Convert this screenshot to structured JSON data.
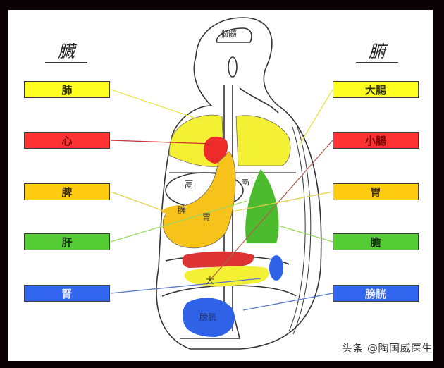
{
  "headings": {
    "zang": "臓",
    "fu": "腑"
  },
  "left_labels": [
    {
      "text": "肺",
      "organ": "lung",
      "bg": "#ffff22",
      "fg": "#333300"
    },
    {
      "text": "心",
      "organ": "heart",
      "bg": "#ff3333",
      "fg": "#7a0000"
    },
    {
      "text": "脾",
      "organ": "spleen",
      "bg": "#ffcc11",
      "fg": "#3a2a00"
    },
    {
      "text": "肝",
      "organ": "liver",
      "bg": "#55cc33",
      "fg": "#0f2a06"
    },
    {
      "text": "腎",
      "organ": "kidney",
      "bg": "#3366ee",
      "fg": "#e6ecff"
    }
  ],
  "right_labels": [
    {
      "text": "大腸",
      "organ": "large-intestine",
      "bg": "#ffff22",
      "fg": "#333300"
    },
    {
      "text": "小腸",
      "organ": "small-intestine",
      "bg": "#ff3333",
      "fg": "#7a0000"
    },
    {
      "text": "胃",
      "organ": "stomach",
      "bg": "#ffcc11",
      "fg": "#3a2a00"
    },
    {
      "text": "膽",
      "organ": "gallbladder",
      "bg": "#55cc33",
      "fg": "#0f2a06"
    },
    {
      "text": "膀胱",
      "organ": "bladder",
      "bg": "#3366ee",
      "fg": "#e6ecff"
    }
  ],
  "figure_annotations": {
    "brain": "脳髓",
    "diaphragm_left": "鬲",
    "diaphragm_right": "鬲",
    "stomach": "胃",
    "spleen_mark": "脾",
    "small_intestine_mark": "大",
    "bladder_mark": "膀胱"
  },
  "watermark": "头条 @陶国威医生"
}
